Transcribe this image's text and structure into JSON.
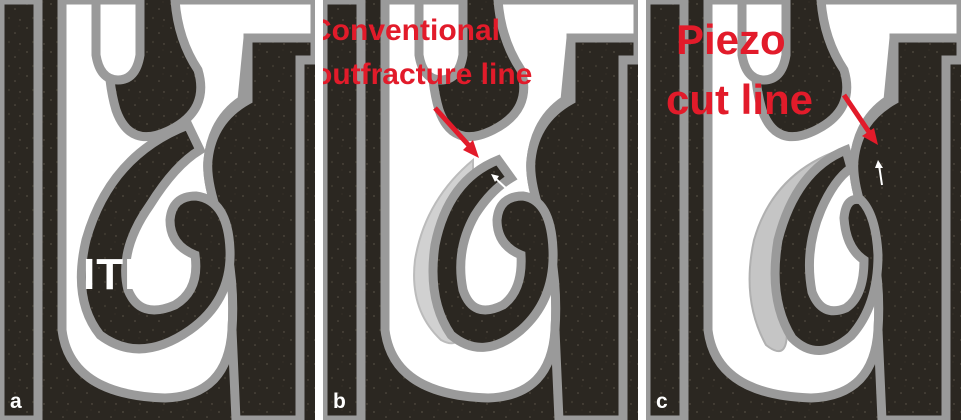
{
  "colors": {
    "bone_background": "#2b2721",
    "mucosa_outline": "#9a9a9a",
    "airway": "#ffffff",
    "annotation_red": "#e21b2a",
    "shadow_gray": "#b9b9b9"
  },
  "panels": [
    {
      "letter": "a",
      "label": "ITB"
    },
    {
      "letter": "b",
      "label_line1": "Conventional",
      "label_line2": "outfracture line"
    },
    {
      "letter": "c",
      "label_line1": "Piezo",
      "label_line2": "cut line"
    }
  ]
}
